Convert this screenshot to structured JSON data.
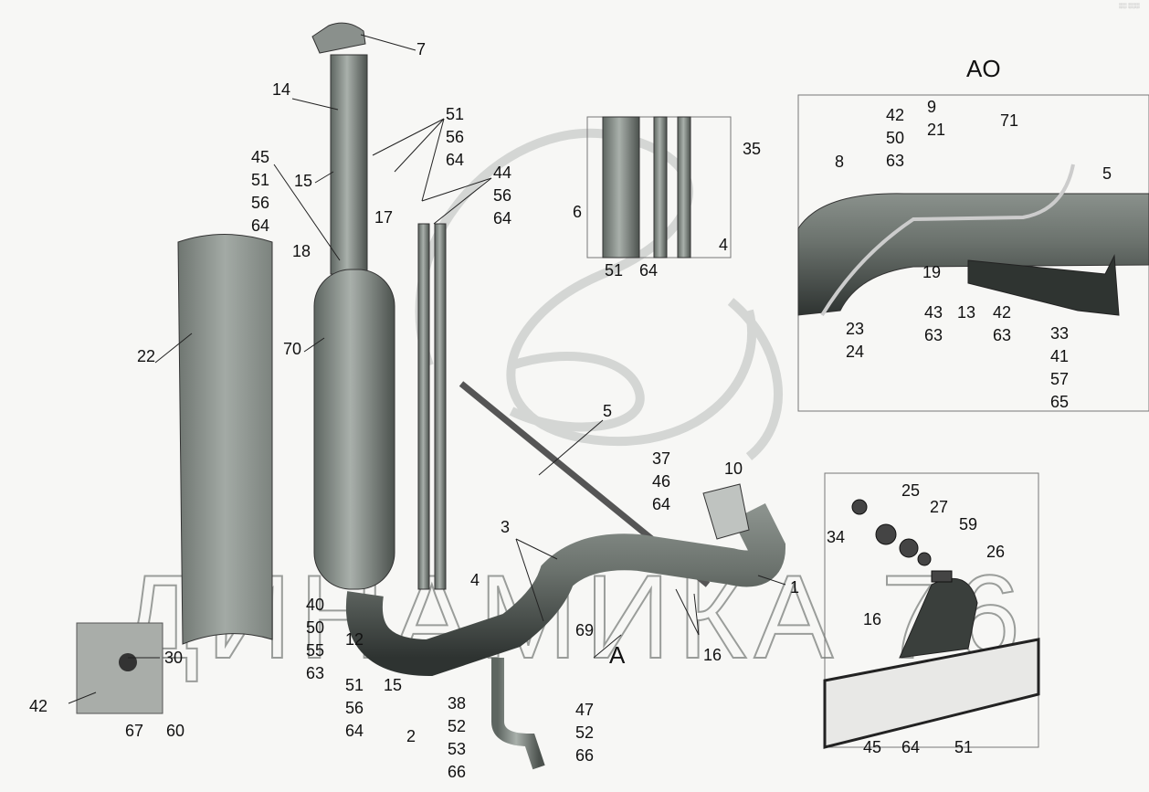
{
  "corner_mark": "░░ ░░░",
  "watermark": "ДИНАМИКА 76",
  "view_labels": {
    "view_a_title": "AO",
    "view_a_arrow": "A"
  },
  "labels": {
    "l7": "7",
    "l14": "14",
    "l51_56_64_top": "51\n56\n64",
    "l45_51_56_64": "45\n51\n56\n64",
    "l15_top": "15",
    "l44_56_64": "44\n56\n64",
    "l17": "17",
    "l18": "18",
    "l35": "35",
    "l6": "6",
    "l4_inset": "4",
    "l51_inset": "51",
    "l64_inset": "64",
    "l22": "22",
    "l70": "70",
    "l5_main": "5",
    "l37_46_64": "37\n46\n64",
    "l10": "10",
    "l3": "3",
    "l25": "25",
    "l27": "27",
    "l59": "59",
    "l34": "34",
    "l26": "26",
    "l4_main": "4",
    "l1": "1",
    "l40_50_55_63": "40\n50\n55\n63",
    "l12": "12",
    "l69": "69",
    "l16_main": "16",
    "l16_detail": "16",
    "l30": "30",
    "l51_56_64_bottom": "51\n56\n64",
    "l15_bottom": "15",
    "l2": "2",
    "l38_52_53_66": "38\n52\n53\n66",
    "l47_52_66": "47\n52\n66",
    "l42_left": "42",
    "l67": "67",
    "l60": "60",
    "l45_detail": "45",
    "l64_detail": "64",
    "l51_detail": "51",
    "a_42_50_63": "42\n50\n63",
    "a_9_21": "9\n21",
    "a_71": "71",
    "a_8": "8",
    "a_5": "5",
    "a_19": "19",
    "a_43_63": "43\n63",
    "a_13": "13",
    "a_42_63": "42\n63",
    "a_23_24": "23\n24",
    "a_33_41_57_65": "33\n41\n57\n65"
  }
}
